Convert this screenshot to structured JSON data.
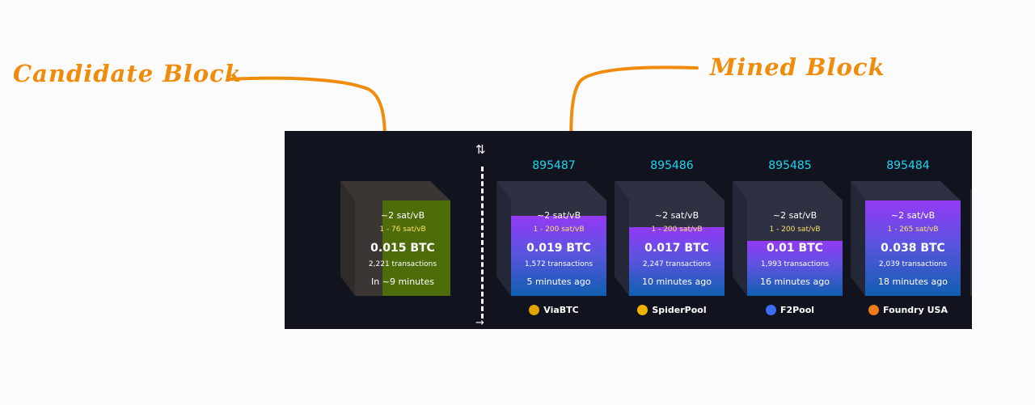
{
  "annotations": {
    "candidate": "Candidate Block",
    "mined": "Mined Block"
  },
  "icons": {
    "sort": "⇅",
    "arrow_right": "→"
  },
  "candidate_block": {
    "fee": "~2 sat/vB",
    "range": "1 - 76 sat/vB",
    "btc": "0.015 BTC",
    "transactions": "2,221 transactions",
    "time": "In ~9 minutes"
  },
  "mined_blocks": [
    {
      "height": "895487",
      "fee": "~2 sat/vB",
      "range": "1 - 200 sat/vB",
      "btc": "0.019 BTC",
      "transactions": "1,572 transactions",
      "time": "5 minutes ago",
      "pool": "ViaBTC",
      "fill": 0.84,
      "pool_color": "#e3a400"
    },
    {
      "height": "895486",
      "fee": "~2 sat/vB",
      "range": "1 - 200 sat/vB",
      "btc": "0.017 BTC",
      "transactions": "2,247 transactions",
      "time": "10 minutes ago",
      "pool": "SpiderPool",
      "fill": 0.72,
      "pool_color": "#f0b400"
    },
    {
      "height": "895485",
      "fee": "~2 sat/vB",
      "range": "1 - 200 sat/vB",
      "btc": "0.01 BTC",
      "transactions": "1,993 transactions",
      "time": "16 minutes ago",
      "pool": "F2Pool",
      "fill": 0.58,
      "pool_color": "#3a6cf4"
    },
    {
      "height": "895484",
      "fee": "~2 sat/vB",
      "range": "1 - 265 sat/vB",
      "btc": "0.038 BTC",
      "transactions": "2,039 transactions",
      "time": "18 minutes ago",
      "pool": "Foundry USA",
      "fill": 1.0,
      "pool_color": "#f07a1a"
    }
  ],
  "colors": {
    "accent": "#f08c0c",
    "height_text": "#1bd8f4",
    "panel_bg": "#11131e",
    "candidate_fill": "#4f6c0a"
  }
}
